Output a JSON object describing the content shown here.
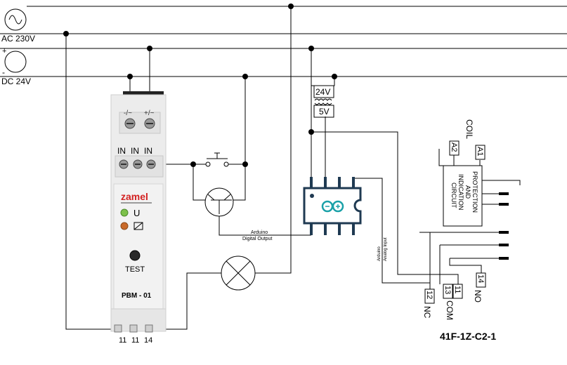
{
  "supply": {
    "ac_label": "AC 230V",
    "dc_label": "DC 24V",
    "dc_plus": "+",
    "dc_minus": "-"
  },
  "module": {
    "brand": "zamel",
    "model": "PBM - 01",
    "led_u_label": "U",
    "test_label": "TEST",
    "power_terminals": [
      "-/~",
      "+/~"
    ],
    "input_terminals": [
      "IN",
      "IN",
      "IN"
    ],
    "output_terminals": [
      "11",
      "11",
      "14"
    ]
  },
  "transformer": {
    "primary_label": "24V",
    "secondary_label": "5V"
  },
  "arduino": {
    "digital_output_label_1": "Arduino",
    "digital_output_label_2": "Digital Output",
    "analog_input_label_1": "Arduino",
    "analog_input_label_2": "Analog Input"
  },
  "relay": {
    "coil_label": "COIL",
    "a1": "A1",
    "a2": "A2",
    "protection_lines": [
      "PROTECTION",
      "AND",
      "INDICATION",
      "CIRCUIT"
    ],
    "nc_num": "12",
    "nc_label": "NC",
    "com_num": "11",
    "com_num2": "13",
    "com_label": "COM",
    "no_num": "14",
    "no_label": "NO",
    "part_number": "41F-1Z-C2-1"
  }
}
